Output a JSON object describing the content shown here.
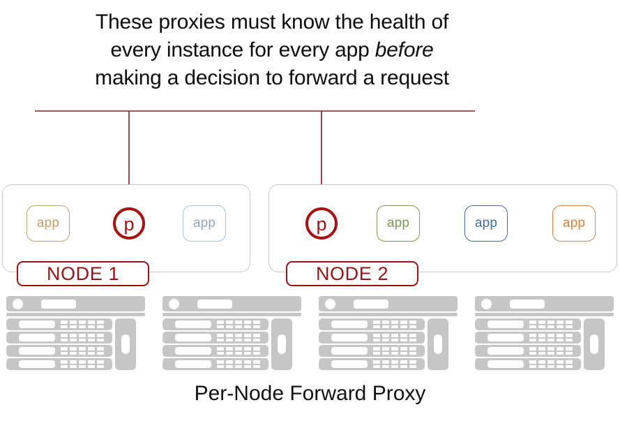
{
  "header": {
    "line1": "These proxies must know the health of",
    "line2_pre": "every instance for every app ",
    "line2_em": "before",
    "line3": "making a decision to forward a request"
  },
  "colors": {
    "proxy_red": "#aa1111",
    "node_label_red": "#9e1111",
    "connector_red": "#8b1a1a",
    "arrow_red": "#c01414",
    "node_border_gray": "#c8c8c8",
    "rack_gray": "#c6c6c6",
    "app_tan": "#c2a06a",
    "app_light_blue": "#a8c4dc",
    "app_green": "#7d9a52",
    "app_blue": "#3f6fa3",
    "app_orange": "#d9803a"
  },
  "nodes": [
    {
      "id": "node-1",
      "label": "NODE 1",
      "proxy": {
        "glyph": "p"
      },
      "apps": [
        {
          "label": "app",
          "color_key": "app_tan"
        },
        {
          "label": "app",
          "color_key": "app_light_blue"
        }
      ]
    },
    {
      "id": "node-2",
      "label": "NODE 2",
      "proxy": {
        "glyph": "p"
      },
      "apps": [
        {
          "label": "app",
          "color_key": "app_green"
        },
        {
          "label": "app",
          "color_key": "app_blue"
        },
        {
          "label": "app",
          "color_key": "app_orange"
        }
      ]
    }
  ],
  "racks": [
    {
      "name": "server-rack-1"
    },
    {
      "name": "server-rack-2"
    },
    {
      "name": "server-rack-3"
    },
    {
      "name": "server-rack-4"
    }
  ],
  "bottom_caption": "Per-Node Forward Proxy"
}
